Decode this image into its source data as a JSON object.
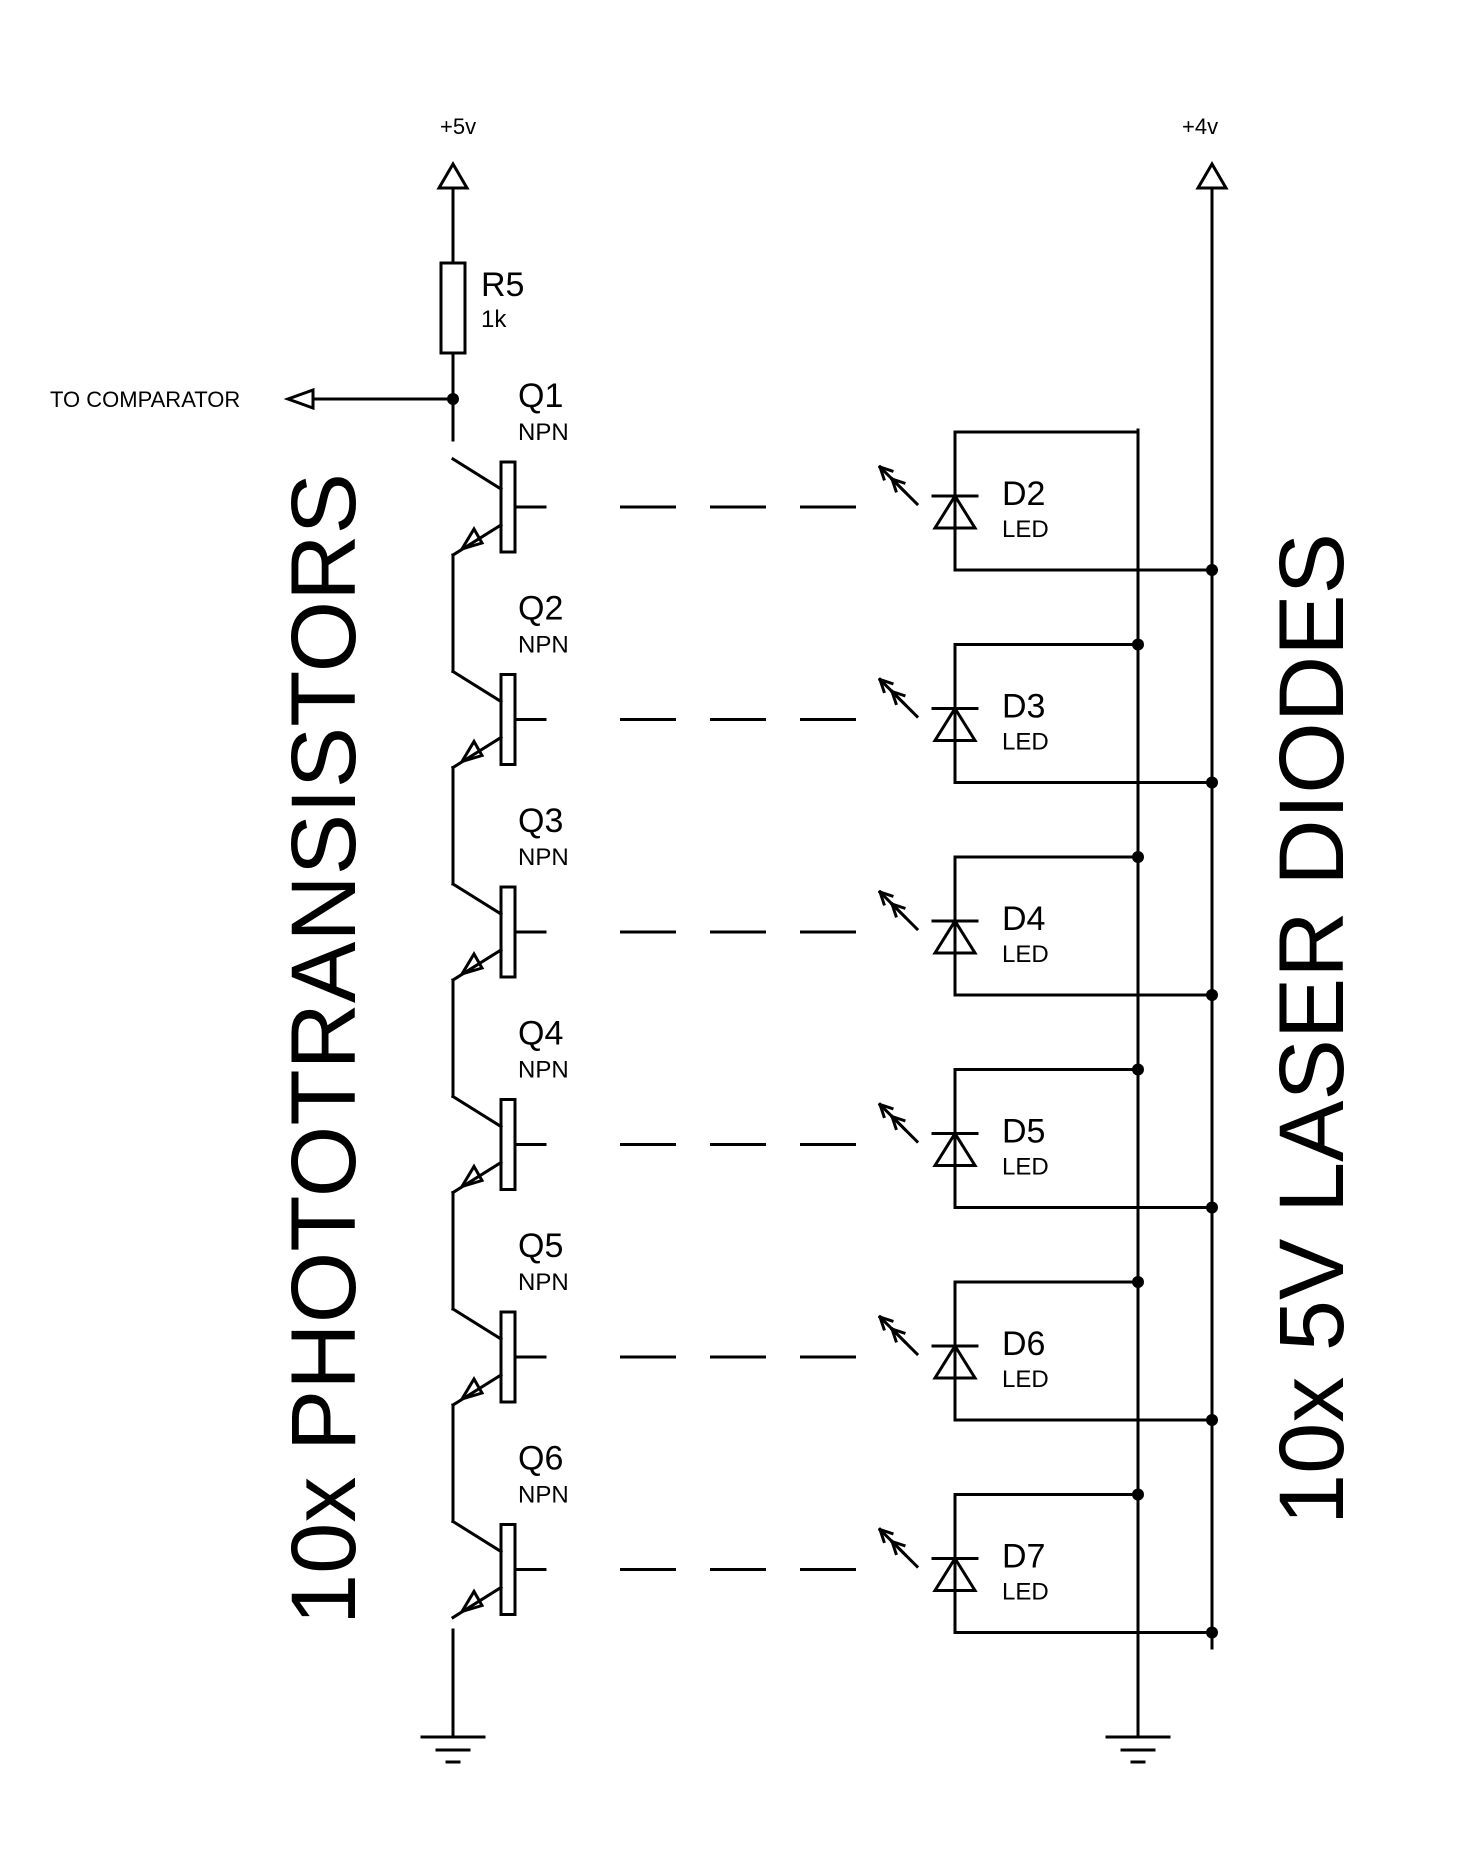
{
  "rails": {
    "left_supply": "+5v",
    "right_supply": "+4v"
  },
  "resistor": {
    "ref": "R5",
    "value": "1k"
  },
  "comparator_label": "TO COMPARATOR",
  "left_title": "10x PHOTOTRANSISTORS",
  "right_title": "10x 5V LASER DIODES",
  "transistors": [
    {
      "ref": "Q1",
      "type": "NPN"
    },
    {
      "ref": "Q2",
      "type": "NPN"
    },
    {
      "ref": "Q3",
      "type": "NPN"
    },
    {
      "ref": "Q4",
      "type": "NPN"
    },
    {
      "ref": "Q5",
      "type": "NPN"
    },
    {
      "ref": "Q6",
      "type": "NPN"
    }
  ],
  "diodes": [
    {
      "ref": "D2",
      "type": "LED"
    },
    {
      "ref": "D3",
      "type": "LED"
    },
    {
      "ref": "D4",
      "type": "LED"
    },
    {
      "ref": "D5",
      "type": "LED"
    },
    {
      "ref": "D6",
      "type": "LED"
    },
    {
      "ref": "D7",
      "type": "LED"
    }
  ]
}
